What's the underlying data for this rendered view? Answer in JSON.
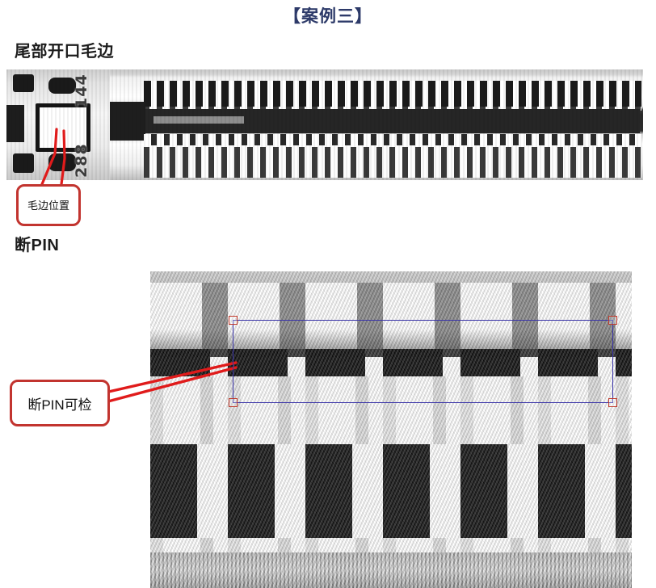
{
  "page": {
    "title": "【案例三】",
    "title_color": "#2d3a69",
    "background": "#ffffff"
  },
  "sections": [
    {
      "heading": "尾部开口毛边",
      "figure": {
        "name": "connector-strip-photo",
        "type": "microscope-photo",
        "markings": [
          "144",
          "288"
        ]
      },
      "callout": {
        "text": "毛边位置",
        "border_color": "#c2342f",
        "text_color": "#111111",
        "leader_color": "#e01b1b"
      }
    },
    {
      "heading": "断PIN",
      "figure": {
        "name": "pin-cross-section-photo",
        "type": "microscope-photo"
      },
      "callout": {
        "text": "断PIN可检",
        "border_color": "#c2342f",
        "text_color": "#111111",
        "leader_color": "#e01b1b"
      },
      "selection_box": {
        "name": "measurement-selection",
        "line_color": "#3a34a8",
        "handle_color": "#c0392b",
        "handles": [
          "top-left",
          "top-right",
          "bottom-left",
          "bottom-right"
        ]
      }
    }
  ]
}
